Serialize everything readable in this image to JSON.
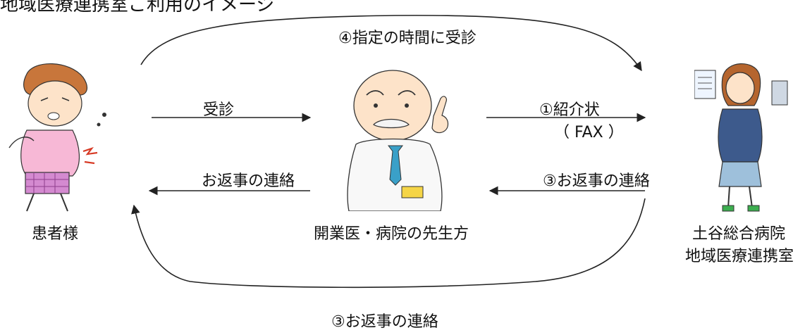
{
  "header": {
    "title": "地域医療連携室ご利用のイメージ"
  },
  "labels": {
    "top_arrow": "④指定の時間に受診",
    "visit": "受診",
    "referral": "①紹介状",
    "fax": "（ FAX ）",
    "reply_left": "お返事の連絡",
    "reply_right": "③お返事の連絡",
    "bottom_arrow": "③お返事の連絡"
  },
  "nodes": {
    "patient": "患者様",
    "doctor": "開業医・病院の先生方",
    "hospital_line1": "土谷総合病院",
    "hospital_line2": "地域医療連携室"
  }
}
